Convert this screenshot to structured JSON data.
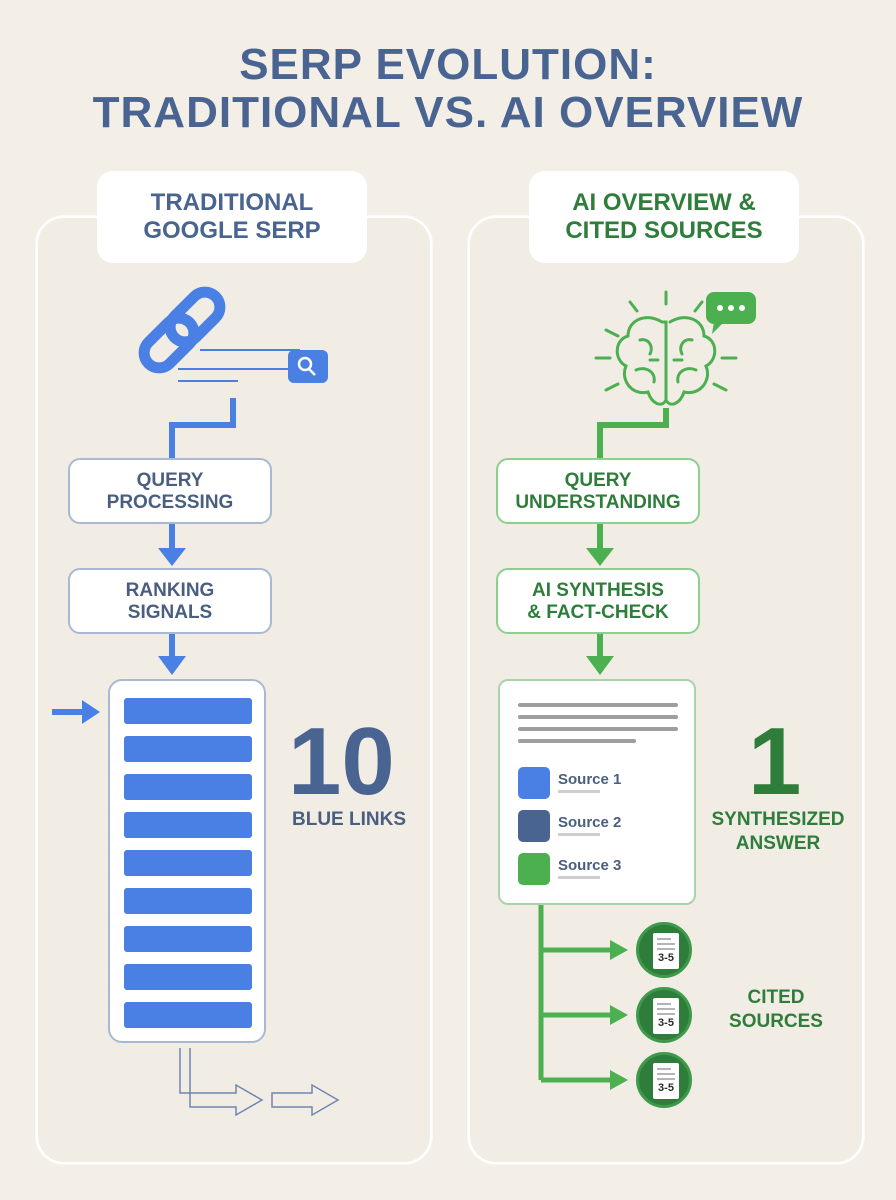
{
  "title": {
    "line1": "SERP EVOLUTION:",
    "line2": "TRADITIONAL VS. AI OVERVIEW"
  },
  "left": {
    "header_line1": "TRADITIONAL",
    "header_line2": "GOOGLE SERP",
    "step1_line1": "QUERY",
    "step1_line2": "PROCESSING",
    "step2_line1": "RANKING",
    "step2_line2": "SIGNALS",
    "count": "10",
    "count_caption": "BLUE LINKS",
    "link_count": 9,
    "icons": [
      "chain-link-icon",
      "search-icon"
    ],
    "color": "#4a80e3"
  },
  "right": {
    "header_line1": "AI OVERVIEW &",
    "header_line2": "CITED SOURCES",
    "step1_line1": "QUERY",
    "step1_line2": "UNDERSTANDING",
    "step2_line1": "AI SYNTHESIS",
    "step2_line2": "& FACT-CHECK",
    "sources": [
      {
        "label": "Source 1",
        "color": "#4a80e3"
      },
      {
        "label": "Source 2",
        "color": "#4a6491"
      },
      {
        "label": "Source 3",
        "color": "#4caf50"
      }
    ],
    "count": "1",
    "count_caption_line1": "SYNTHESIZED",
    "count_caption_line2": "ANSWER",
    "cited_docs": [
      "3-5",
      "3-5",
      "3-5"
    ],
    "cited_caption_line1": "CITED",
    "cited_caption_line2": "SOURCES",
    "icons": [
      "brain-icon",
      "chat-bubble-icon",
      "document-icon"
    ],
    "color": "#4caf50"
  }
}
